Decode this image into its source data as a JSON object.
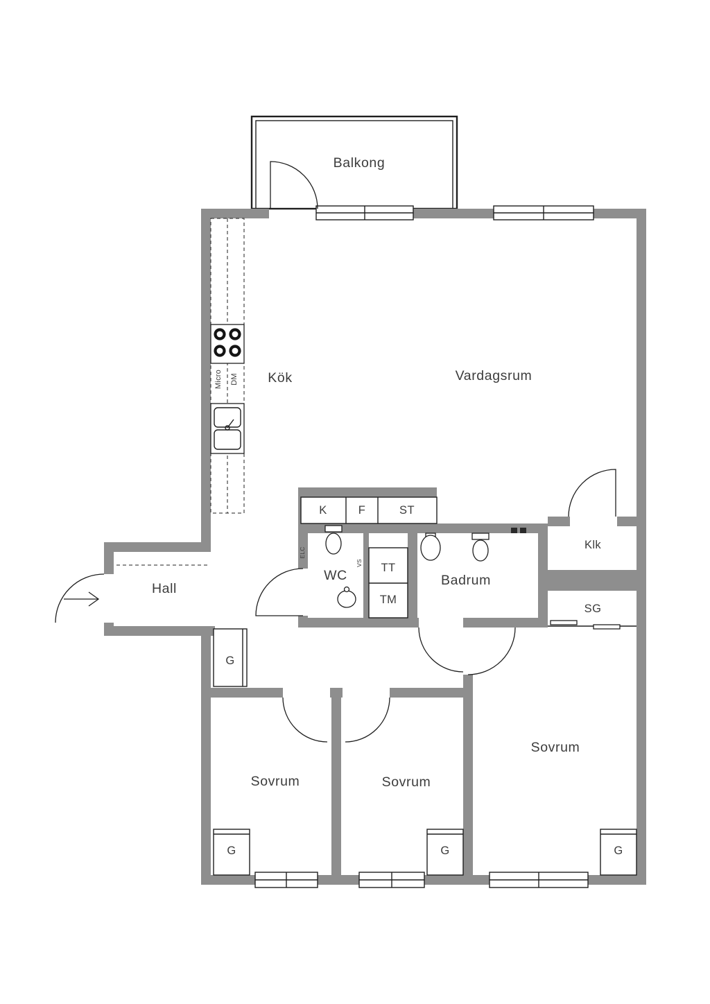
{
  "colors": {
    "wall": "#8e8e8e",
    "line": "#1f1f1f",
    "text": "#3c3c3c",
    "bg": "#ffffff"
  },
  "labels": {
    "balcony": "Balkong",
    "kitchen": "Kök",
    "living_room": "Vardagsrum",
    "hall": "Hall",
    "wc": "WC",
    "bathroom": "Badrum",
    "closet": "Klk",
    "sliding_wardrobe": "SG",
    "bedroom_left": "Sovrum",
    "bedroom_middle": "Sovrum",
    "bedroom_right": "Sovrum",
    "fridge": "K",
    "freezer": "F",
    "cleaning_closet": "ST",
    "tumble_dryer": "TT",
    "washing_machine": "TM",
    "microwave": "Micro",
    "dishwasher": "DM",
    "electrical_cabinet": "ELC",
    "water_shaft": "VS",
    "wardrobe_hall": "G",
    "wardrobe_bedroom_left": "G",
    "wardrobe_bedroom_middle": "G",
    "wardrobe_bedroom_right": "G"
  }
}
